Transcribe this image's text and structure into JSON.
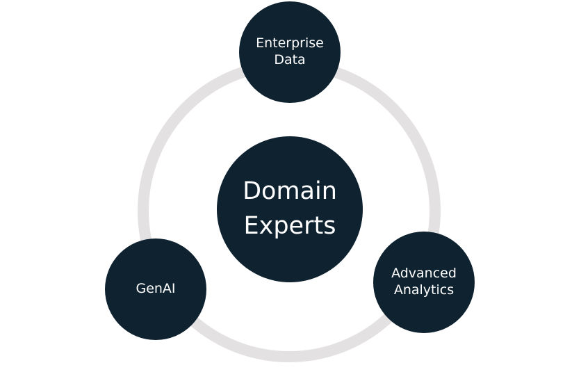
{
  "colors": {
    "node_fill": "#0f2230",
    "node_text": "#ffffff",
    "ring": "#e3e1e2",
    "background": "#ffffff"
  },
  "diagram": {
    "center": {
      "label": "Domain\nExperts"
    },
    "nodes": [
      {
        "id": "top",
        "label": "Enterprise\nData"
      },
      {
        "id": "left",
        "label": "GenAI"
      },
      {
        "id": "right",
        "label": "Advanced\nAnalytics"
      }
    ]
  }
}
